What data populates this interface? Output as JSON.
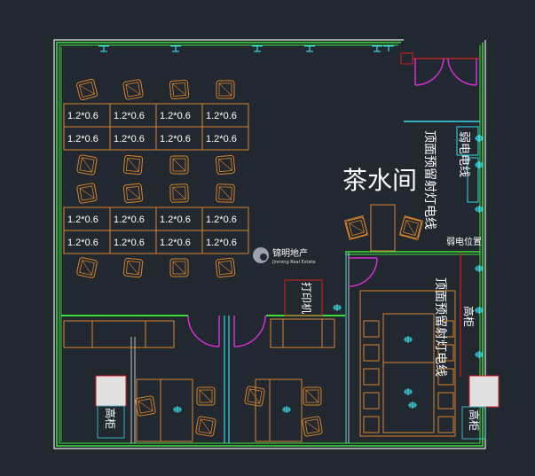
{
  "rooms": {
    "tea_room": "茶水间"
  },
  "annotations": {
    "ceiling_spotlight_left": "顶面预留射灯电线",
    "ceiling_spotlight_right": "顶面预留射灯电线",
    "weak_current_line": "弱电电线",
    "weak_current_position": "弱电位置",
    "printer": "打印机"
  },
  "furniture": {
    "tall_cabinet_left": "高柜",
    "tall_cabinet_right": "高柜"
  },
  "desk_size_label": "1.2*0.6",
  "desk_grid": {
    "block_top": [
      [
        "1.2*0.6",
        "1.2*0.6",
        "1.2*0.6",
        "1.2*0.6"
      ],
      [
        "1.2*0.6",
        "1.2*0.6",
        "1.2*0.6",
        "1.2*0.6"
      ]
    ],
    "block_bottom": [
      [
        "1.2*0.6",
        "1.2*0.6",
        "1.2*0.6",
        "1.2*0.6"
      ],
      [
        "1.2*0.6",
        "1.2*0.6",
        "1.2*0.6",
        "1.2*0.6"
      ]
    ]
  },
  "watermark": {
    "name": "锦明地产",
    "subtitle": "Jinming Real Estate"
  },
  "colors": {
    "background": "#212830",
    "wall_green": "#3ddc3d",
    "wall_white": "#e8e8e8",
    "furniture_orange": "#d9822b",
    "door_magenta": "#d52fd5",
    "fixture_cyan": "#38d8e6",
    "partition_red": "#d62020",
    "cabinet_fill": "#e0e0e0"
  }
}
